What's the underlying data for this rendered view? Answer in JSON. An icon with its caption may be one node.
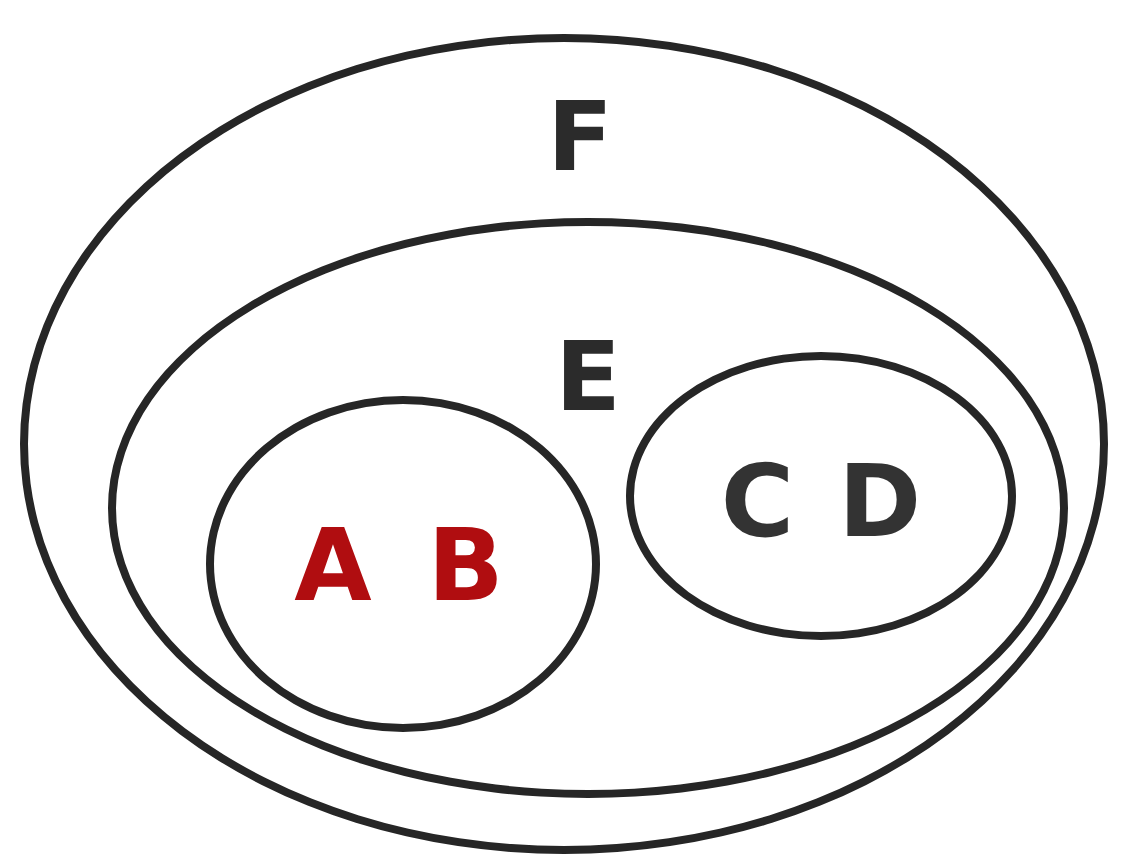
{
  "diagram": {
    "nodes": [
      {
        "text": [
          "F"
        ]
      },
      {
        "text": [
          "E"
        ],
        "in": 0
      },
      {
        "text": [
          "A",
          "B"
        ],
        "in": 1
      },
      {
        "text": [
          "C",
          "D"
        ],
        "in": 1
      }
    ]
  }
}
